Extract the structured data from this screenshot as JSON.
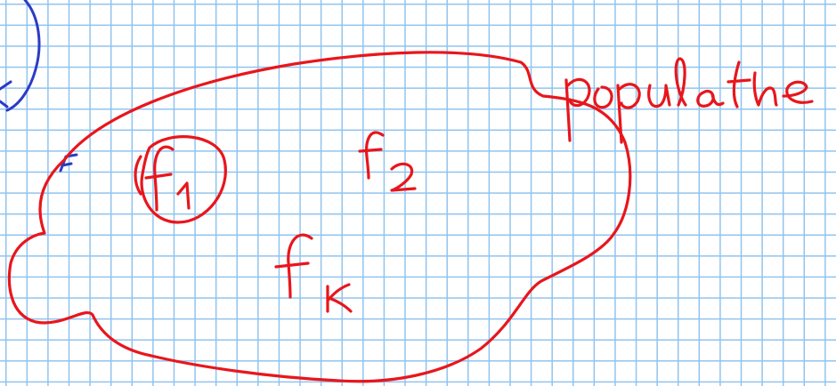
{
  "labels": {
    "population": "populatie",
    "f1": "f",
    "f1_sub": "1",
    "f2": "f",
    "f2_sub": "2",
    "fk": "f",
    "fk_sub": "K"
  },
  "colors": {
    "grid": "#8fc3ee",
    "red_ink": "#e8161c",
    "blue_ink": "#2b3bc8"
  }
}
